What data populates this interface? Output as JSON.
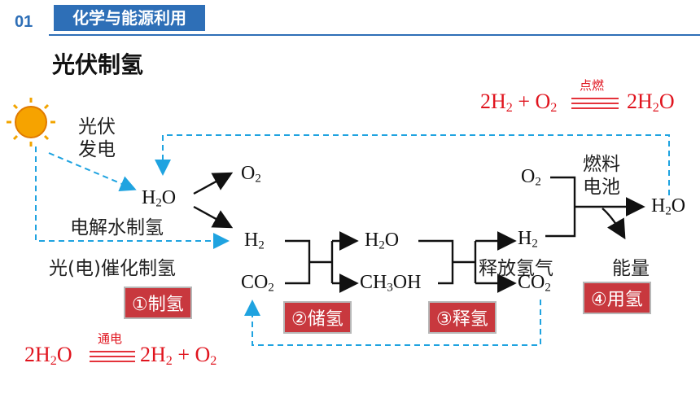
{
  "header": {
    "number": "01",
    "section": "化学与能源利用"
  },
  "title": "光伏制氢",
  "labels": {
    "pv_gen": "光伏\n发电",
    "electrolysis": "电解水制氢",
    "photo": "光(电)催化制氢",
    "release_gas": "释放氢气",
    "fuel_cell": "燃料\n电池",
    "energy": "能量"
  },
  "steps": [
    "①制氢",
    "②储氢",
    "③释氢",
    "④用氢"
  ],
  "species": {
    "h2o_in": {
      "base": "H",
      "sub": "2",
      "tail": "O"
    },
    "o2_top": {
      "base": "O",
      "sub": "2"
    },
    "h2": {
      "base": "H",
      "sub": "2"
    },
    "co2": {
      "base": "CO",
      "sub": "2"
    },
    "h2o_mid": {
      "base": "H",
      "sub": "2",
      "tail": "O"
    },
    "ch3oh": {
      "base": "CH",
      "sub": "3",
      "tail": "OH"
    },
    "h2_rel": {
      "base": "H",
      "sub": "2"
    },
    "co2_rel": {
      "base": "CO",
      "sub": "2"
    },
    "o2_fc": {
      "base": "O",
      "sub": "2"
    },
    "h2o_out": {
      "base": "H",
      "sub": "2",
      "tail": "O"
    }
  },
  "equations": {
    "combustion": {
      "condition": "点燃"
    },
    "electrolysis": {
      "condition": "通电"
    }
  },
  "colors": {
    "accent": "#2e6fb7",
    "dashed": "#1fa3e0",
    "red": "#e0141e",
    "step_bg": "#c8383e"
  }
}
